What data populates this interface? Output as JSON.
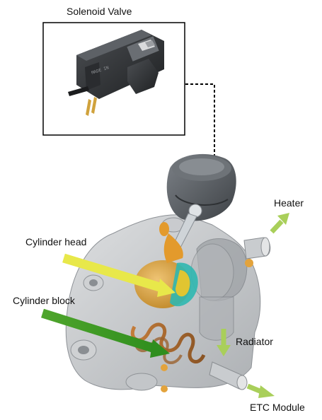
{
  "labels": {
    "solenoid_title": "Solenoid Valve",
    "heater": "Heater",
    "cylinder_head": "Cylinder head",
    "cylinder_block": "Cylinder block",
    "radiator": "Radiator",
    "etc_module": "ETC Module"
  },
  "colors": {
    "arrow_yellow": "#e8e84a",
    "arrow_green_dark": "#4fa52c",
    "arrow_green_light": "#a9cf5a",
    "housing_gray": "#b9bcbf",
    "actuator_dark": "#5a5e63",
    "valve_orange": "#e39a2c",
    "rotor_teal": "#2fb7b0"
  }
}
